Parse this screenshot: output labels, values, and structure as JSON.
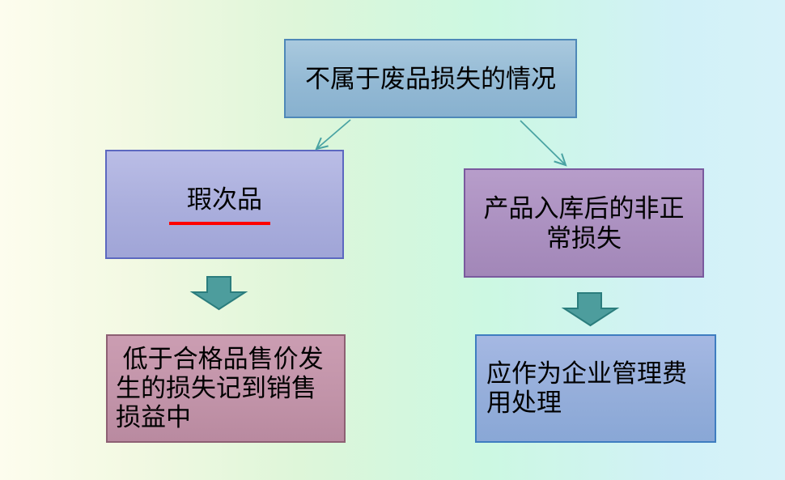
{
  "slide": {
    "root_box": {
      "text": "不属于废品损失的情况"
    },
    "defect_box": {
      "text": "瑕次品"
    },
    "abnormal_box": {
      "text": "产品入库后的非正\n常损失"
    },
    "defect_result_box": {
      "text": " 低于合格品售价发\n生的损失记到销售\n损益中"
    },
    "abnormal_result_box": {
      "text": "应作为企业管理费\n用处理"
    },
    "colors": {
      "background_left": "#fdfdee",
      "background_middle": "#ccf8e2",
      "background_right": "#d7f2f9",
      "root_box_fill": "#93b9d4",
      "root_box_border": "#4e88b8",
      "defect_box_fill": "#abafdd",
      "defect_box_border": "#5c68c0",
      "abnormal_box_fill": "#ab90c0",
      "abnormal_box_border": "#7a5a9e",
      "defect_result_fill": "#c294a9",
      "defect_result_border": "#8d6073",
      "abnormal_result_fill": "#95aeda",
      "abnormal_result_border": "#3e7dc0",
      "block_arrow_fill": "#4d9d9d",
      "block_arrow_border": "#2b7d7d",
      "connector_color": "#4aa3a3",
      "underline_color": "#ff0000",
      "text_color": "#000000"
    }
  }
}
